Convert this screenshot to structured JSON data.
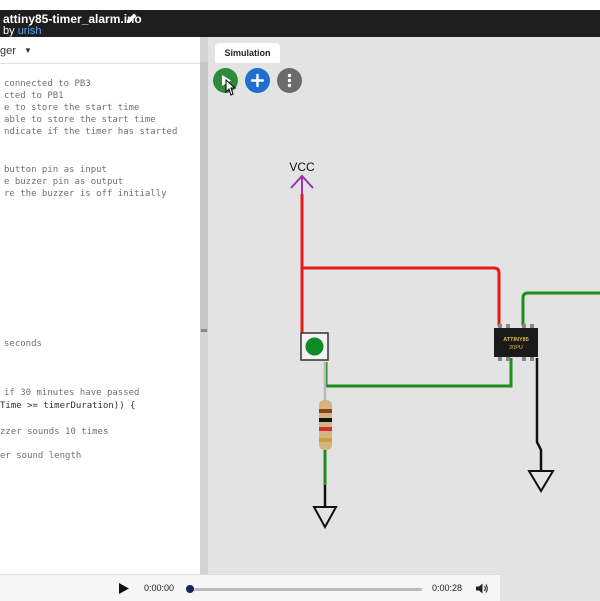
{
  "header": {
    "project_title": "attiny85-timer_alarm.ino",
    "by_prefix": "by",
    "author": "urish"
  },
  "editor": {
    "library_label": "ger",
    "code_lines": [
      "connected to PB3",
      "cted to PB1",
      "e to store the start time",
      "able to store the start time",
      "ndicate if the timer has started",
      "button pin as input",
      "e buzzer pin as output",
      "re the buzzer is off initially",
      "seconds",
      "if 30 minutes have passed",
      "Time >= timerDuration)) {",
      "zzer sounds 10 times",
      "er sound length"
    ]
  },
  "simulation": {
    "tab_label": "Simulation",
    "vcc_label": "VCC",
    "chip_label_line1": "ATTINY85",
    "chip_label_line2": "20PU",
    "colors": {
      "wire_power": "#e31b1b",
      "wire_signal": "#1e8e1e",
      "wire_ground": "#111111",
      "vcc_symbol": "#9b30b8",
      "run_button": "#2e8b3a",
      "add_button": "#1f6fd1",
      "menu_button": "#6b6b6b"
    },
    "icons": [
      "play-icon",
      "plus-icon",
      "more-vert-icon",
      "cursor-hand-icon"
    ]
  },
  "player": {
    "current_time": "0:00:00",
    "duration": "0:00:28",
    "progress_fraction": 0.0
  }
}
